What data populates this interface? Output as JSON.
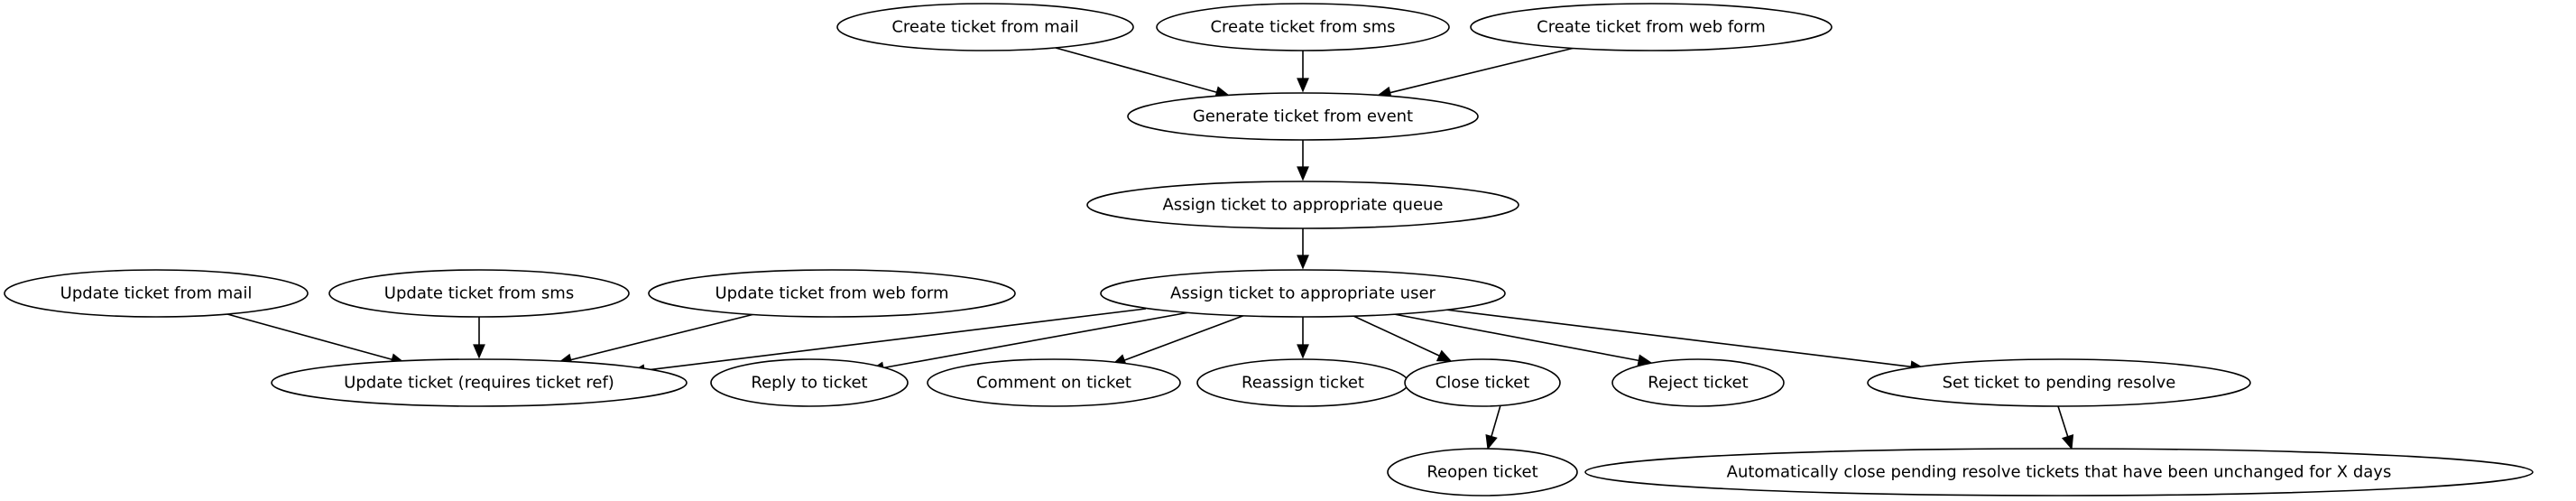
{
  "diagram": {
    "type": "directed-flow-graph",
    "nodes": {
      "create_mail": "Create ticket from mail",
      "create_sms": "Create ticket from sms",
      "create_web": "Create ticket from web form",
      "generate": "Generate ticket from event",
      "assign_queue": "Assign ticket to appropriate queue",
      "update_mail": "Update ticket from mail",
      "update_sms": "Update ticket from sms",
      "update_web": "Update ticket from web form",
      "assign_user": "Assign ticket to appropriate user",
      "update_ticket": "Update ticket (requires ticket ref)",
      "reply": "Reply to ticket",
      "comment": "Comment on ticket",
      "reassign": "Reassign ticket",
      "close": "Close ticket",
      "reject": "Reject ticket",
      "pending": "Set ticket to pending resolve",
      "reopen": "Reopen ticket",
      "auto_close": "Automatically close pending resolve tickets that have been unchanged for X days"
    },
    "edges": [
      [
        "create_mail",
        "generate"
      ],
      [
        "create_sms",
        "generate"
      ],
      [
        "create_web",
        "generate"
      ],
      [
        "generate",
        "assign_queue"
      ],
      [
        "assign_queue",
        "assign_user"
      ],
      [
        "update_mail",
        "update_ticket"
      ],
      [
        "update_sms",
        "update_ticket"
      ],
      [
        "update_web",
        "update_ticket"
      ],
      [
        "assign_user",
        "update_ticket"
      ],
      [
        "assign_user",
        "reply"
      ],
      [
        "assign_user",
        "comment"
      ],
      [
        "assign_user",
        "reassign"
      ],
      [
        "assign_user",
        "close"
      ],
      [
        "assign_user",
        "reject"
      ],
      [
        "assign_user",
        "pending"
      ],
      [
        "close",
        "reopen"
      ],
      [
        "pending",
        "auto_close"
      ]
    ]
  }
}
